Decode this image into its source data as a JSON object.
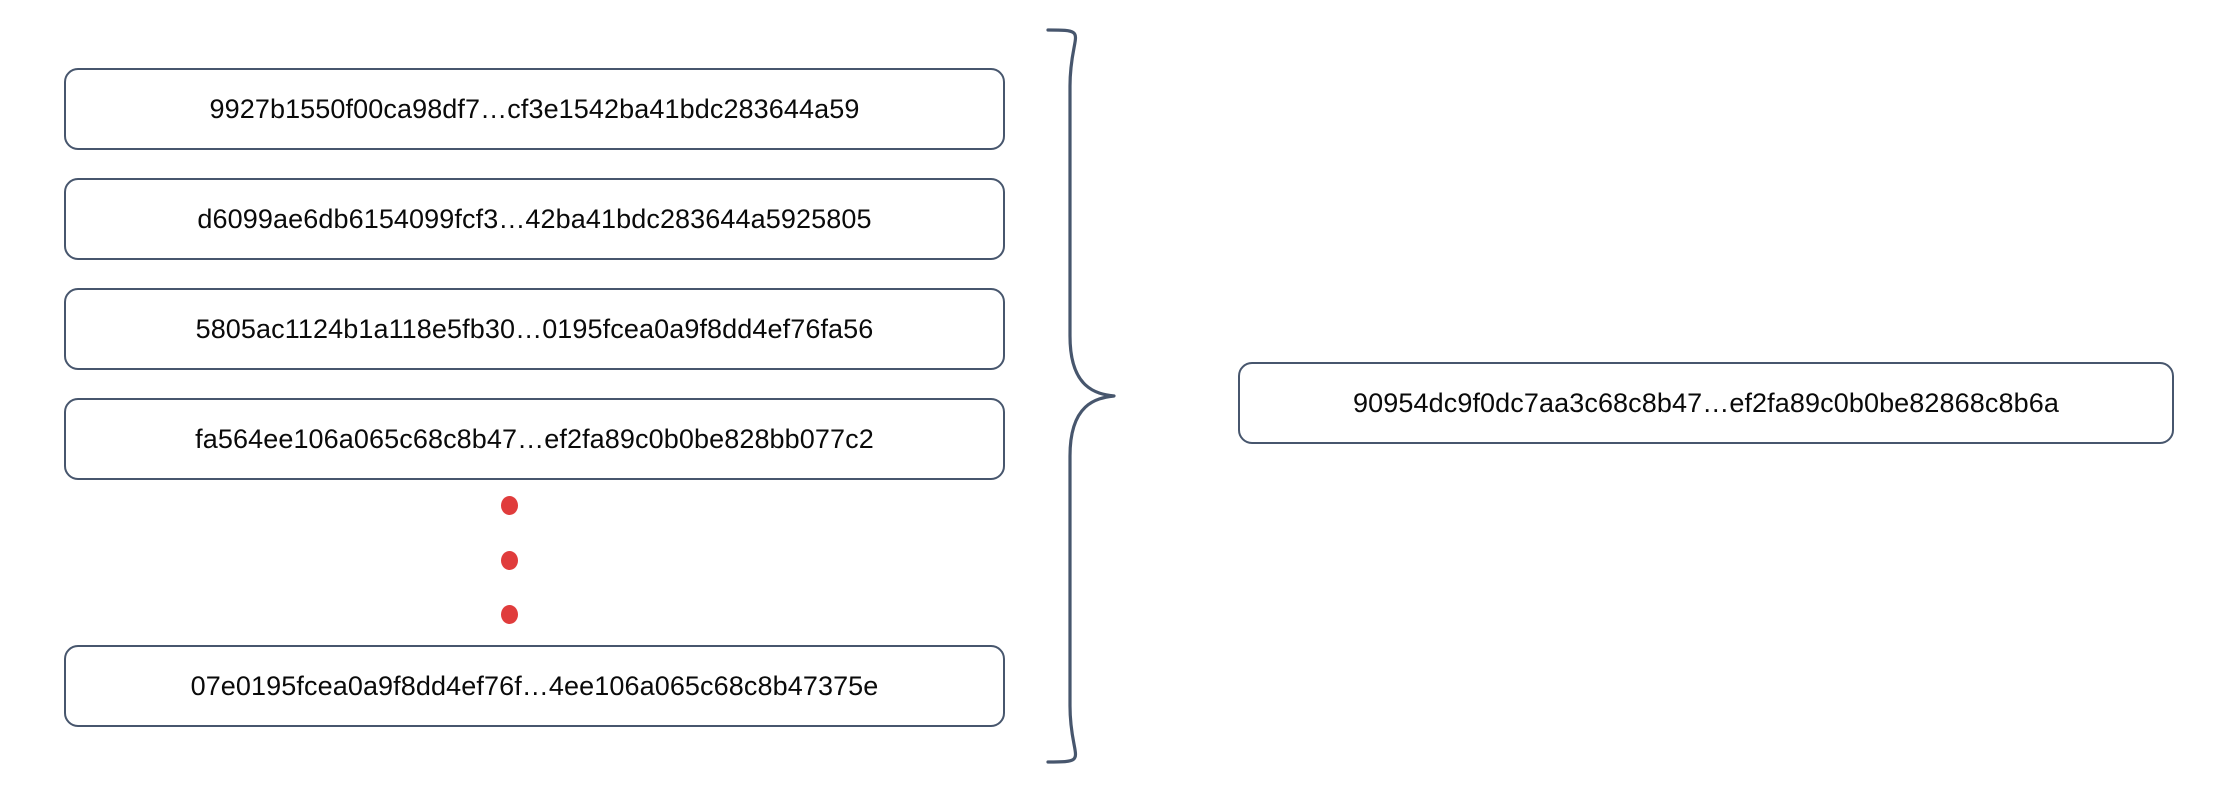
{
  "diagram": {
    "type": "hash-aggregation",
    "background_color": "#ffffff",
    "box_border_color": "#47566d",
    "ellipsis_color": "#e03c3c",
    "brace_color": "#47566d",
    "text_color": "#0a0a0a",
    "leaves": [
      {
        "id": "leaf-0",
        "hash": "9927b1550f00ca98df7…cf3e1542ba41bdc283644a59"
      },
      {
        "id": "leaf-1",
        "hash": "d6099ae6db6154099fcf3…42ba41bdc283644a5925805"
      },
      {
        "id": "leaf-2",
        "hash": "5805ac1124b1a118e5fb30…0195fcea0a9f8dd4ef76fa56"
      },
      {
        "id": "leaf-3",
        "hash": "fa564ee106a065c68c8b47…ef2fa89c0b0be828bb077c2"
      },
      {
        "id": "leaf-4",
        "hash": "07e0195fcea0a9f8dd4ef76f…4ee106a065c68c8b47375e"
      }
    ],
    "ellipsis": {
      "name": "vertical-ellipsis",
      "dot_count": 3,
      "meaning": "additional omitted hash entries"
    },
    "brace": {
      "name": "curly-brace",
      "orientation": "right-opening",
      "meaning": "all left hashes combine into the result hash"
    },
    "result": {
      "id": "result-box",
      "hash": "90954dc9f0dc7aa3c68c8b47…ef2fa89c0b0be82868c8b6a"
    }
  }
}
